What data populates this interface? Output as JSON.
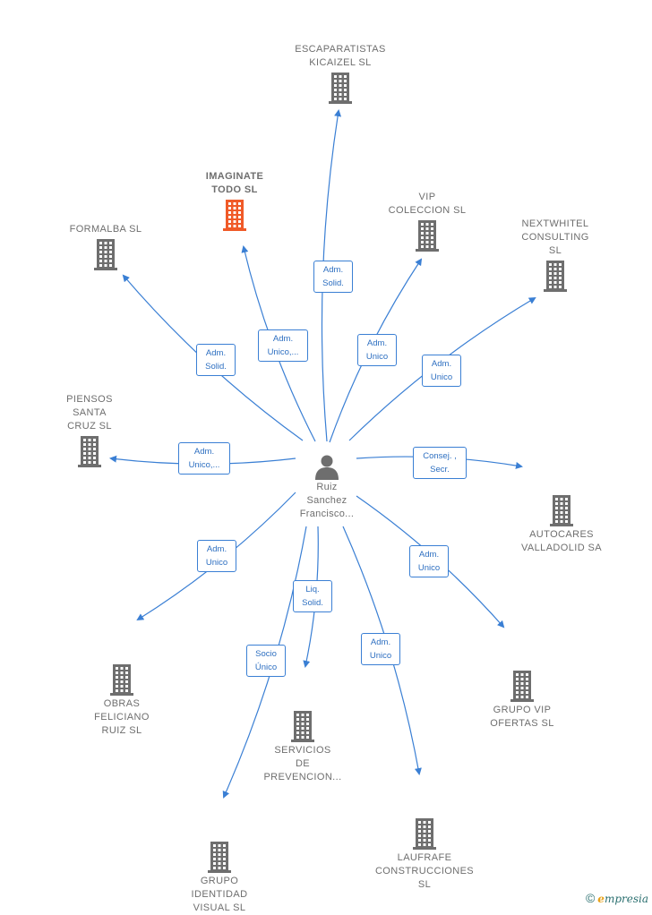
{
  "center": {
    "name": "Ruiz\nSanchez\nFrancisco..."
  },
  "colors": {
    "node": "#6e6e6e",
    "highlight": "#f05a28",
    "edge": "#3a7fd4",
    "role_text": "#2d6fc1"
  },
  "companies": [
    {
      "id": "escaparatistas",
      "name": "ESCAPARATISTAS\nKICAIZEL  SL",
      "role": "Adm.\nSolid.",
      "highlight": false
    },
    {
      "id": "imaginate",
      "name": "IMAGINATE\nTODO  SL",
      "role": "Adm.\nUnico,...",
      "highlight": true
    },
    {
      "id": "vip-coleccion",
      "name": "VIP\nCOLECCION SL",
      "role": "Adm.\nUnico",
      "highlight": false
    },
    {
      "id": "formalba",
      "name": "FORMALBA  SL",
      "role": "Adm.\nSolid.",
      "highlight": false
    },
    {
      "id": "nextwhitel",
      "name": "NEXTWHITEL\nCONSULTING\nSL",
      "role": "Adm.\nUnico",
      "highlight": false
    },
    {
      "id": "piensos",
      "name": "PIENSOS\nSANTA\nCRUZ SL",
      "role": "Adm.\nUnico,...",
      "highlight": false
    },
    {
      "id": "autocares",
      "name": "AUTOCARES\nVALLADOLID SA",
      "role": "Consej. ,\nSecr.",
      "highlight": false
    },
    {
      "id": "obras",
      "name": "OBRAS\nFELICIANO\nRUIZ  SL",
      "role": "Adm.\nUnico",
      "highlight": false
    },
    {
      "id": "grupo-vip",
      "name": "GRUPO VIP\nOFERTAS SL",
      "role": "Adm.\nUnico",
      "highlight": false
    },
    {
      "id": "servicios",
      "name": "SERVICIOS\nDE\nPREVENCION...",
      "role": "Liq.\nSolid.",
      "highlight": false
    },
    {
      "id": "laufrafe",
      "name": "LAUFRAFE\nCONSTRUCCIONES\nSL",
      "role": "Adm.\nUnico",
      "highlight": false
    },
    {
      "id": "grupo-identidad",
      "name": "GRUPO\nIDENTIDAD\nVISUAL SL",
      "role": "Socio\nÚnico",
      "highlight": false
    }
  ],
  "footer": {
    "copyright": "©",
    "brand_initial": "e",
    "brand_rest": "mpresia"
  }
}
